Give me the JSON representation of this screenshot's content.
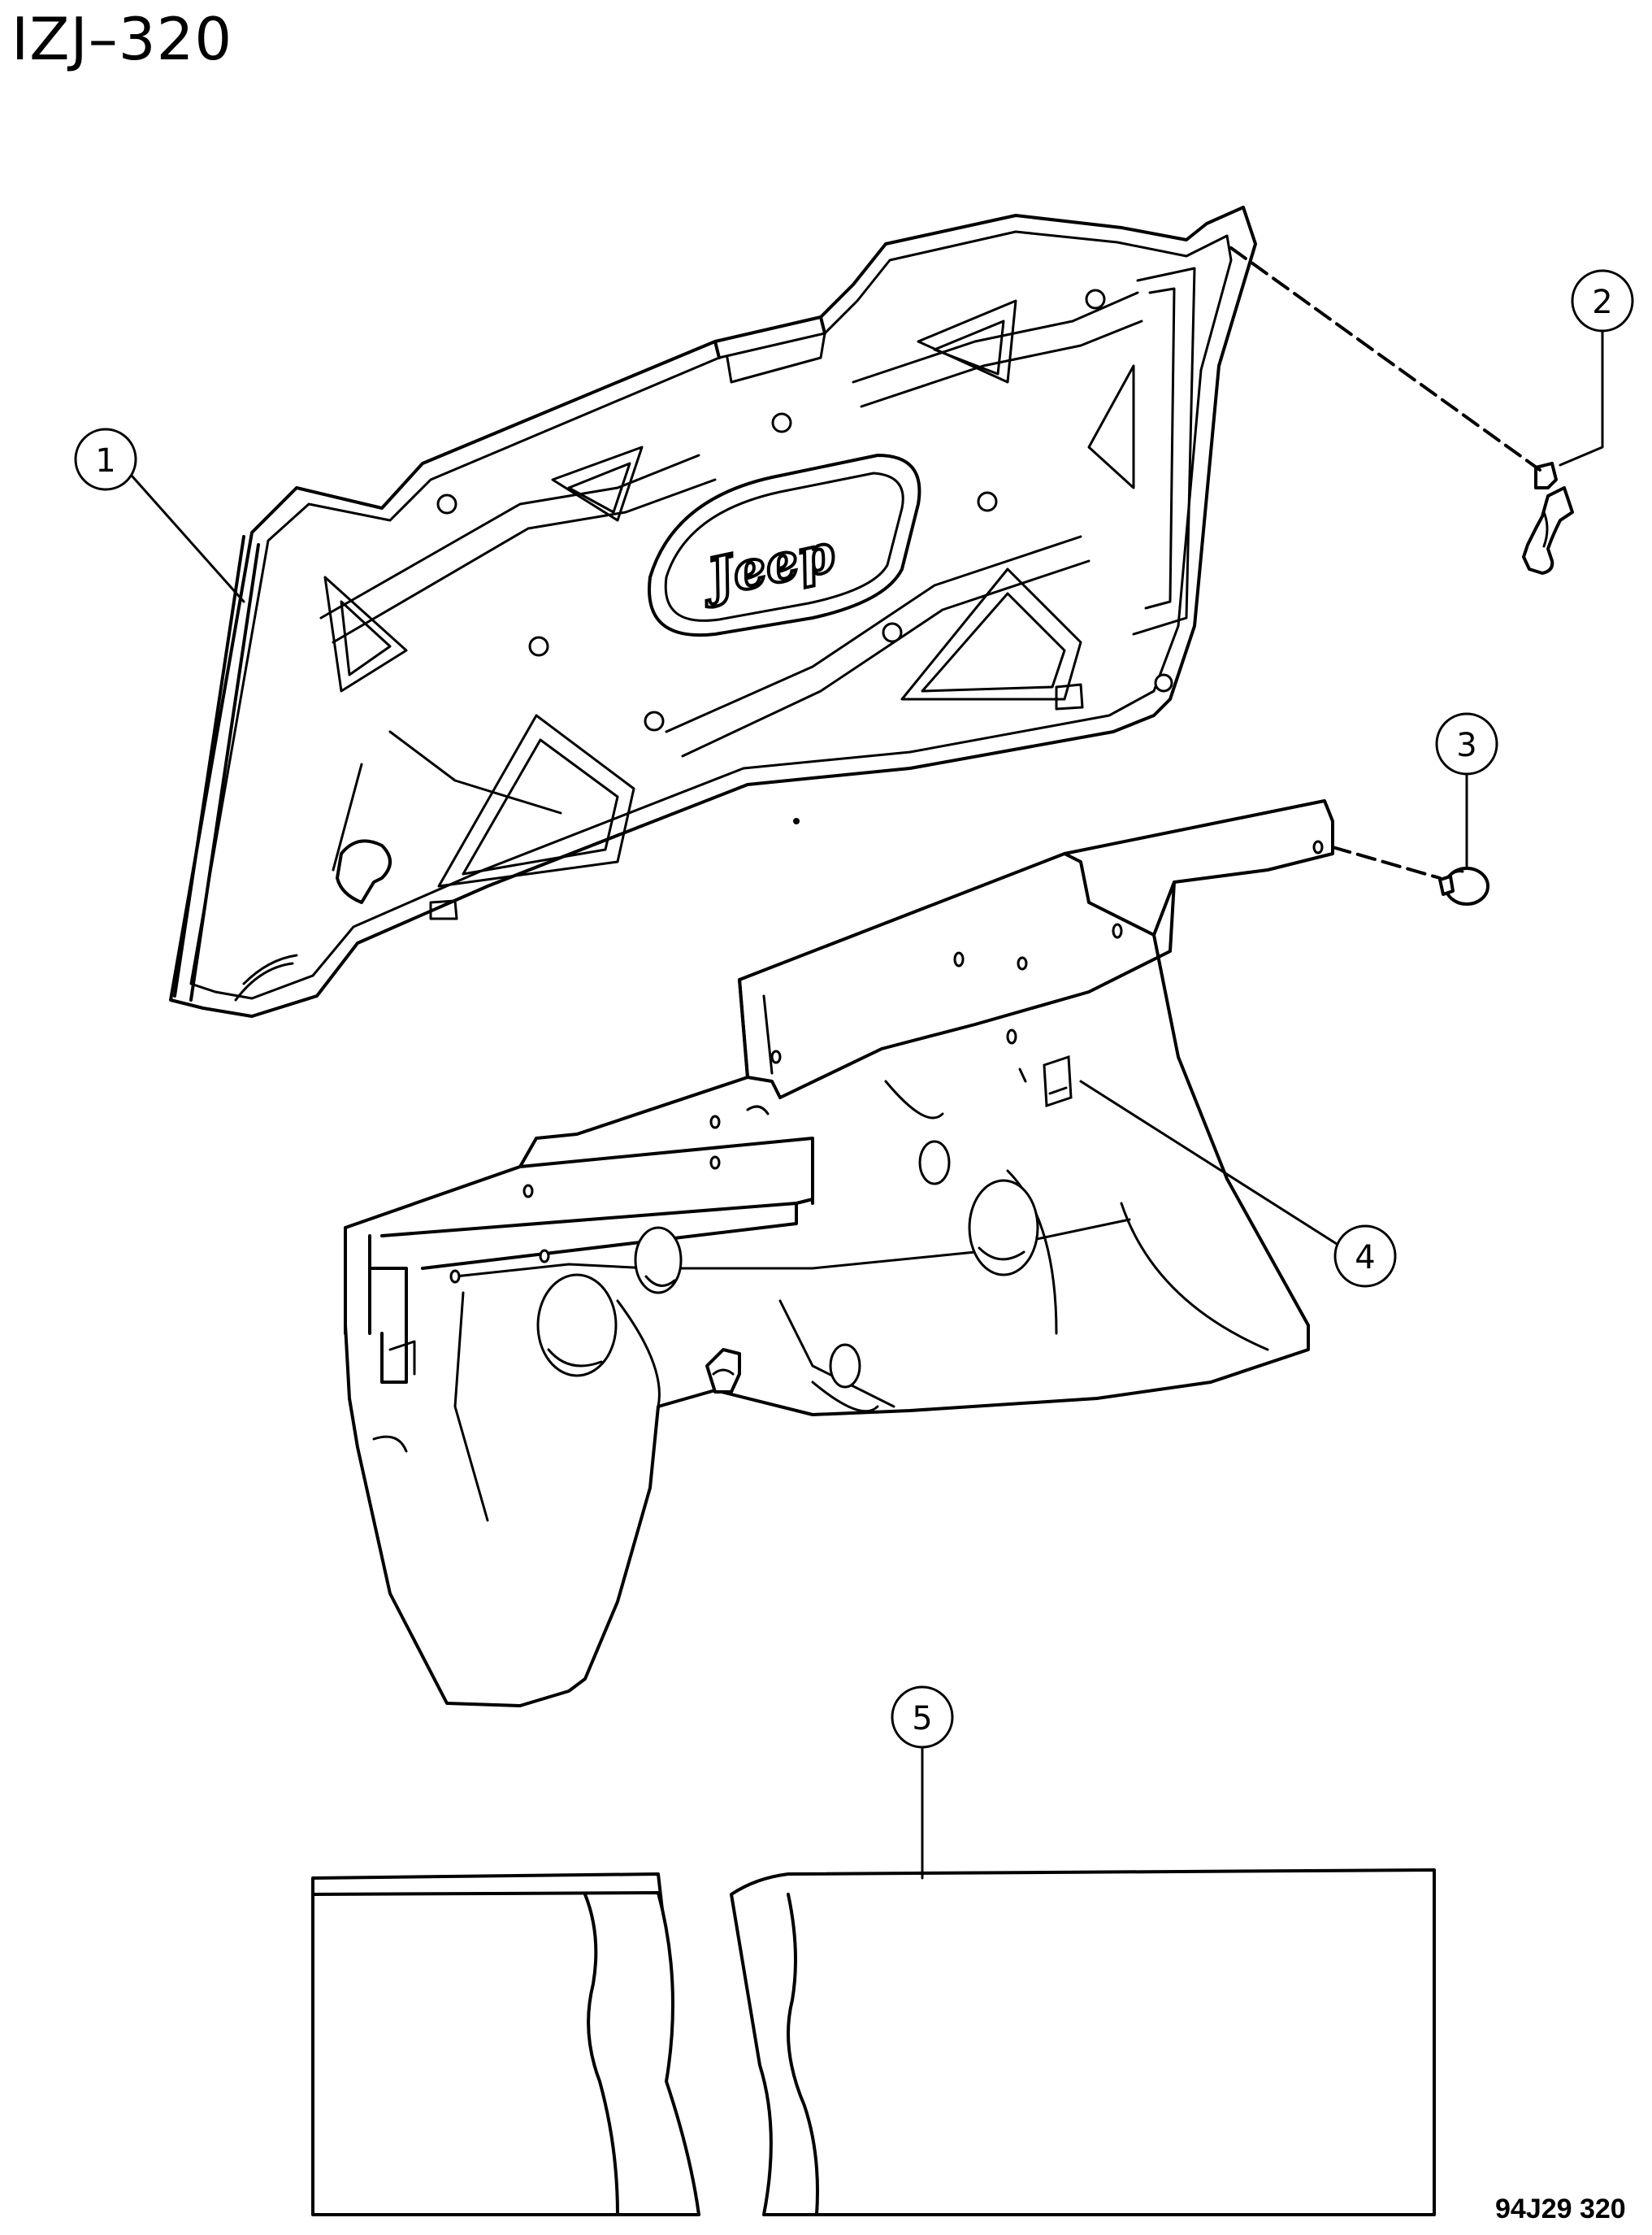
{
  "diagram_title": "IZJ–320",
  "footer_code": "94J29  320",
  "hood_logo": "Jeep",
  "callouts": [
    "1",
    "2",
    "3",
    "4",
    "5"
  ]
}
